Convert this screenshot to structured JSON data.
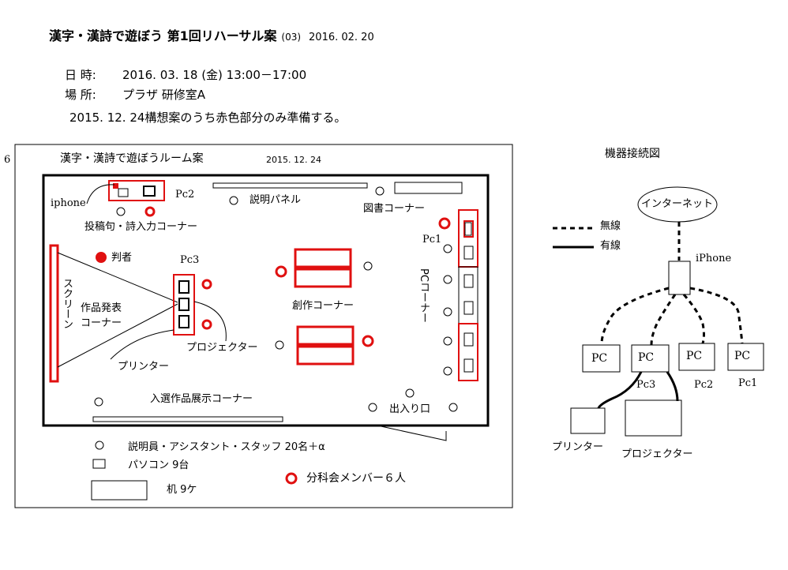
{
  "header": {
    "title": "漢字・漢詩で遊ぼう 第1回リハーサル案",
    "title_sub": "(03)",
    "title_date": "2016. 02. 20",
    "datetime_label": "日 時:",
    "datetime_value": "2016. 03. 18 (金)  13:00－17:00",
    "place_label": "場 所:",
    "place_value": "プラザ  研修室A",
    "note": "2015. 12. 24構想案のうち赤色部分のみ準備する。"
  },
  "room": {
    "page_number": "6",
    "title": "漢字・漢詩で遊ぼうルーム案",
    "date": "2015. 12. 24",
    "labels": {
      "iphone": "iphone",
      "pc2": "Pc2",
      "panel": "説明パネル",
      "library": "図書コーナー",
      "posting": "投稿句・詩入力コーナー",
      "pc1": "Pc1",
      "judge": "判者",
      "pc3": "Pc3",
      "screen": "スクリーン",
      "presentation_1": "作品発表",
      "presentation_2": "コーナー",
      "creation": "創作コーナー",
      "pc_corner": "PCコーナー",
      "projector": "プロジェクター",
      "printer": "プリンター",
      "exhibit": "入選作品展示コーナー",
      "entrance": "出入り口"
    },
    "legend": {
      "staff": "説明員・アシスタント・スタッフ   20名＋α",
      "pc": "パソコン    9台",
      "desk": "机  9ケ",
      "members": "分科会メンバー６人"
    }
  },
  "network": {
    "title": "機器接続図",
    "internet": "インターネット",
    "wireless": "無線",
    "wired": "有線",
    "iphone": "iPhone",
    "pc_label": "PC",
    "pc3": "Pc3",
    "pc2": "Pc2",
    "pc1": "Pc1",
    "printer": "プリンター",
    "projector": "プロジェクター"
  },
  "colors": {
    "red": "#e01010",
    "black": "#000000"
  }
}
